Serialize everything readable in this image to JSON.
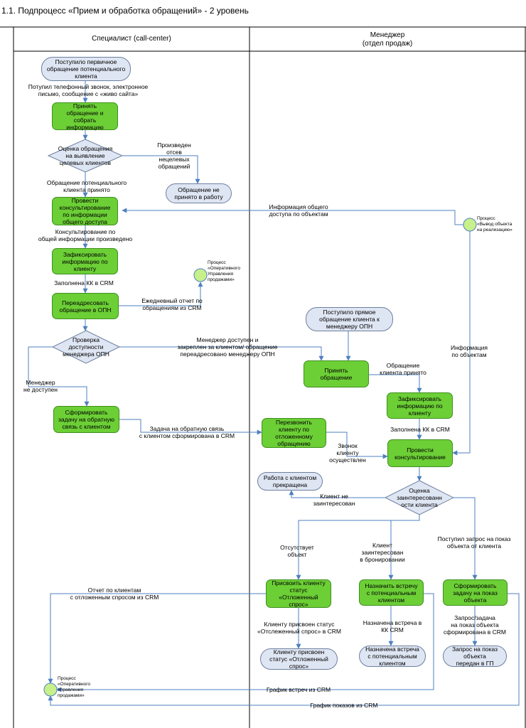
{
  "title": "1.1. Подпроцесс «Прием и обработка обращений» - 2 уровень",
  "lanes": {
    "specialist": "Специалист (call-center)",
    "manager": "Менеджер\n(отдел продаж)"
  },
  "nodes": {
    "start_primary": "Поступило первичное\nобращение потенциального\nклиента",
    "accept_collect": "Принять\nобращение и\nсобрать\nинформацию",
    "assess": "Оценка обращения\nна выявление\nцелевых клиентов",
    "not_accepted": "Обращение не\nпринято в работу",
    "consult_general": "Провести\nконсультирование\nпо информации\nобщего доступа",
    "record_info": "Зафиксировать\nинформацию по\nклиенту",
    "redirect": "Переадресовать\nобращение в ОПН",
    "check_manager": "Проверка\nдоступности\nменеджера ОПН",
    "form_callback": "Сформировать\nзадачу на обратную\nсвязь с клиентом",
    "start_direct": "Поступило прямое\nобращение клиента к\nменеджеру ОПН",
    "accept": "Принять\nобращение",
    "record_info_m": "Зафиксировать\nинформацию по\nклиенту",
    "call_back": "Перезвонить\nклиенту по\nотложенному\nобращению",
    "consult": "Провести\nконсультирование",
    "work_stopped": "Работа с клиентом\nпрекращена",
    "interest": "Оценка\nзаинтересованн\nости клиента",
    "assign_deferred": "Присвоить клиенту\nстатус\n«Отложенный\nспрос»",
    "schedule_meeting": "Назначить встречу\nс потенциальным\nклиентом",
    "form_showing": "Сформировать\nзадачу на показ\nобъекта",
    "end_deferred": "Клиенту присвоен\nстатус «Отложенный\nспрос»",
    "end_meeting": "Назначена встреча\nс потенциальным\nклиентом",
    "end_showing": "Запрос на показ\nобъекта\nпередан в ГП"
  },
  "processes": {
    "ops_top": "Процесс\n«Оперативного\nУправления\nпродажами»",
    "object_release": "Процесс\n«Вывод объекта\nна реализацию»",
    "ops_bottom": "Процесс\n«Оперативного\nУправления\nпродажами»"
  },
  "edge_labels": {
    "call_received": "Потупил телефонный звонок, электронное\nписьмо, сообщение с «живо сайта»",
    "screened_out": "Произведен\nотсев\nнецелевых\nобращений",
    "appeal_accepted": "Обращение потенциального\nклиента принято",
    "general_info": "Информация общего\nдоступа по объектам",
    "consult_done": "Консультирование по\nобщей информации произведено",
    "kk_filled": "Заполнена КК в CRM",
    "daily_report": "Ежедневный отчет по\nобращениям из CRM",
    "manager_available": "Менеджер доступен и\nзакреплен за клиентом/ обращение\nпереадресовано менеджеру ОПН",
    "manager_unavailable": "Менеджер\nне доступен",
    "object_info": "Информация\nпо объектам",
    "client_appeal_accepted": "Обращение\nклиента принято",
    "kk_filled_m": "Заполнена КК в CRM",
    "callback_task": "Задача на обратную связь\nс клиентом сформирована в CRM",
    "call_done": "Звонок\nклиенту\nосуществлен",
    "not_interested": "Клиент не\nзаинтересован",
    "no_object": "Отсутствует\nобъект",
    "interested_booking": "Клиент\nзаинтересован\nв бронировании",
    "show_request": "Поступил запрос на показ\nобъекта от клиента",
    "deferred_report": "Отчет по клиентам\nс отложенным спросом из CRM",
    "status_set": "Клиенту присвоен статус\n«Отслеженный спрос» в CRM",
    "meeting_kk": "Назначена встреча в\nКК CRM",
    "show_request_crm": "Запрос/задача\nна показ объекта\nсформирована в CRM",
    "meetings_schedule": "График встреч из CRM",
    "showings_schedule": "График показов из CRM"
  },
  "colors": {
    "activity": "#6ccf36",
    "terminal": "#dfe6f3",
    "connector": "#4f7fc0",
    "process_circle": "#c8f08a"
  }
}
